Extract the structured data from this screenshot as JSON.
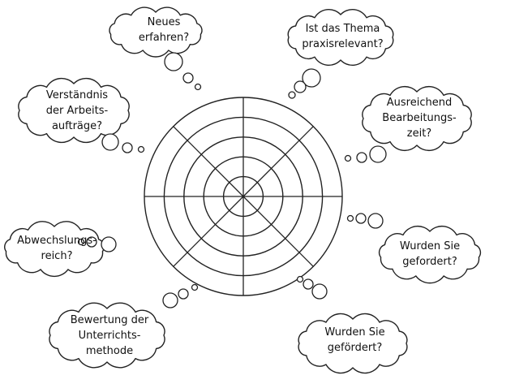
{
  "clouds": [
    {
      "text": "Neues\nerfahren?"
    },
    {
      "text": "Ist das Thema\npraxisrelevant?"
    },
    {
      "text": "Verständnis\nder Arbeits-\naufträge?"
    },
    {
      "text": "Ausreichend\nBearbeitungs-\nzeit?"
    },
    {
      "text": "Abwechslungs-\nreich?"
    },
    {
      "text": "Wurden Sie\ngefordert?"
    },
    {
      "text": "Bewertung der\nUnterrichts-\nmethode"
    },
    {
      "text": "Wurden Sie\ngefördert?"
    }
  ],
  "wheel": {
    "rings": 5,
    "spokes": 8
  }
}
